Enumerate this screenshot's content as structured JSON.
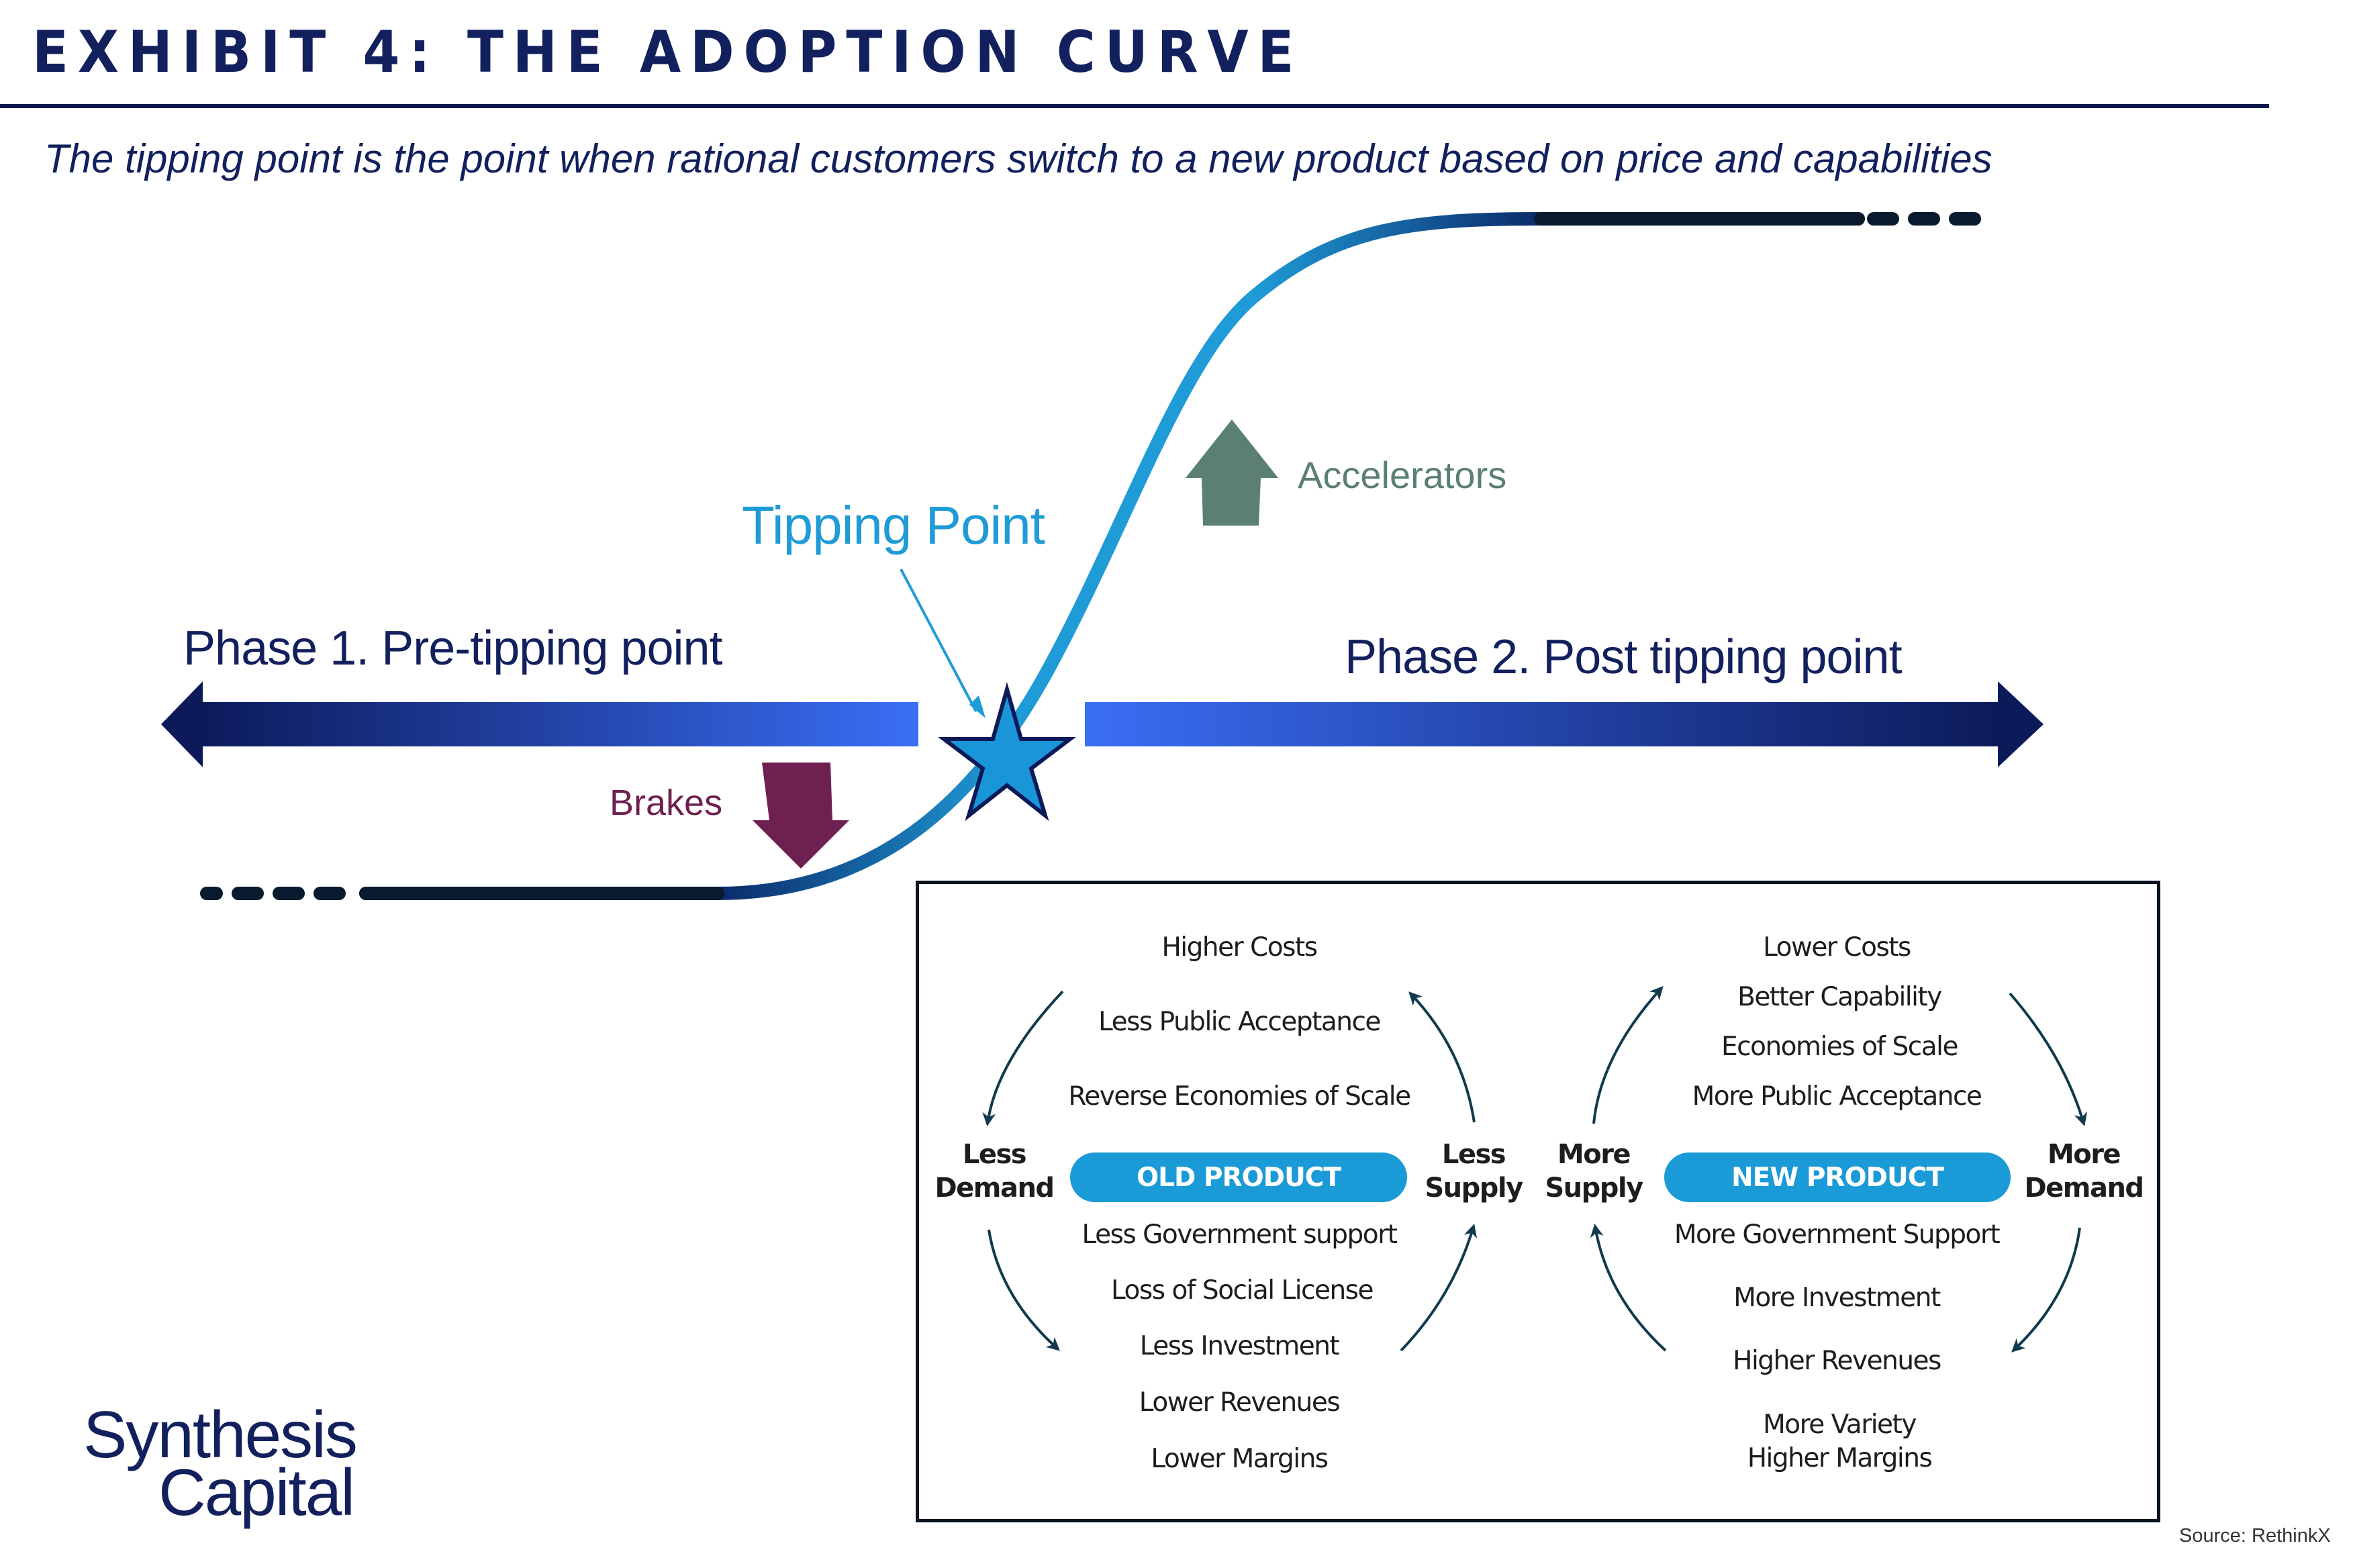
{
  "header": {
    "title": "EXHIBIT 4: THE ADOPTION CURVE",
    "subtitle": "The tipping point is the point when rational customers switch to a new product based on price and capabilities"
  },
  "diagram": {
    "tipping_point_label": "Tipping Point",
    "phase1_label": "Phase 1. Pre-tipping point",
    "phase2_label": "Phase 2. Post tipping point",
    "accelerators_label": "Accelerators",
    "brakes_label": "Brakes",
    "icons": {
      "tipping_star": "star-icon",
      "accelerators": "arrow-up-icon",
      "brakes": "arrow-down-icon",
      "phase1": "arrow-left-icon",
      "phase2": "arrow-right-icon"
    },
    "colors": {
      "navy": "#13205e",
      "curve_light": "#1f9bd7",
      "curve_dark": "#0a1a3a",
      "arrow_bright": "#3366f0",
      "accelerators": "#5b7f72",
      "brakes": "#6e2150",
      "pill": "#1a9ad6"
    }
  },
  "old_cycle": {
    "product_label": "OLD PRODUCT",
    "left_label": [
      "Less",
      "Demand"
    ],
    "right_label": [
      "Less",
      "Supply"
    ],
    "top_items": [
      "Higher Costs",
      "Less Public Acceptance",
      "Reverse Economies of Scale"
    ],
    "bottom_items": [
      "Less Government support",
      "Loss of Social License",
      "Less Investment",
      "Lower Revenues",
      "Lower Margins"
    ]
  },
  "new_cycle": {
    "product_label": "NEW PRODUCT",
    "left_label": [
      "More",
      "Supply"
    ],
    "right_label": [
      "More",
      "Demand"
    ],
    "top_items": [
      "Lower Costs",
      "Better Capability",
      "Economies of Scale",
      "More Public Acceptance"
    ],
    "bottom_items": [
      "More Government Support",
      "More Investment",
      "Higher Revenues",
      "More Variety",
      "Higher Margins"
    ]
  },
  "footer": {
    "logo_line1": "Synthesis",
    "logo_line2": "Capital",
    "source": "Source: RethinkX"
  }
}
